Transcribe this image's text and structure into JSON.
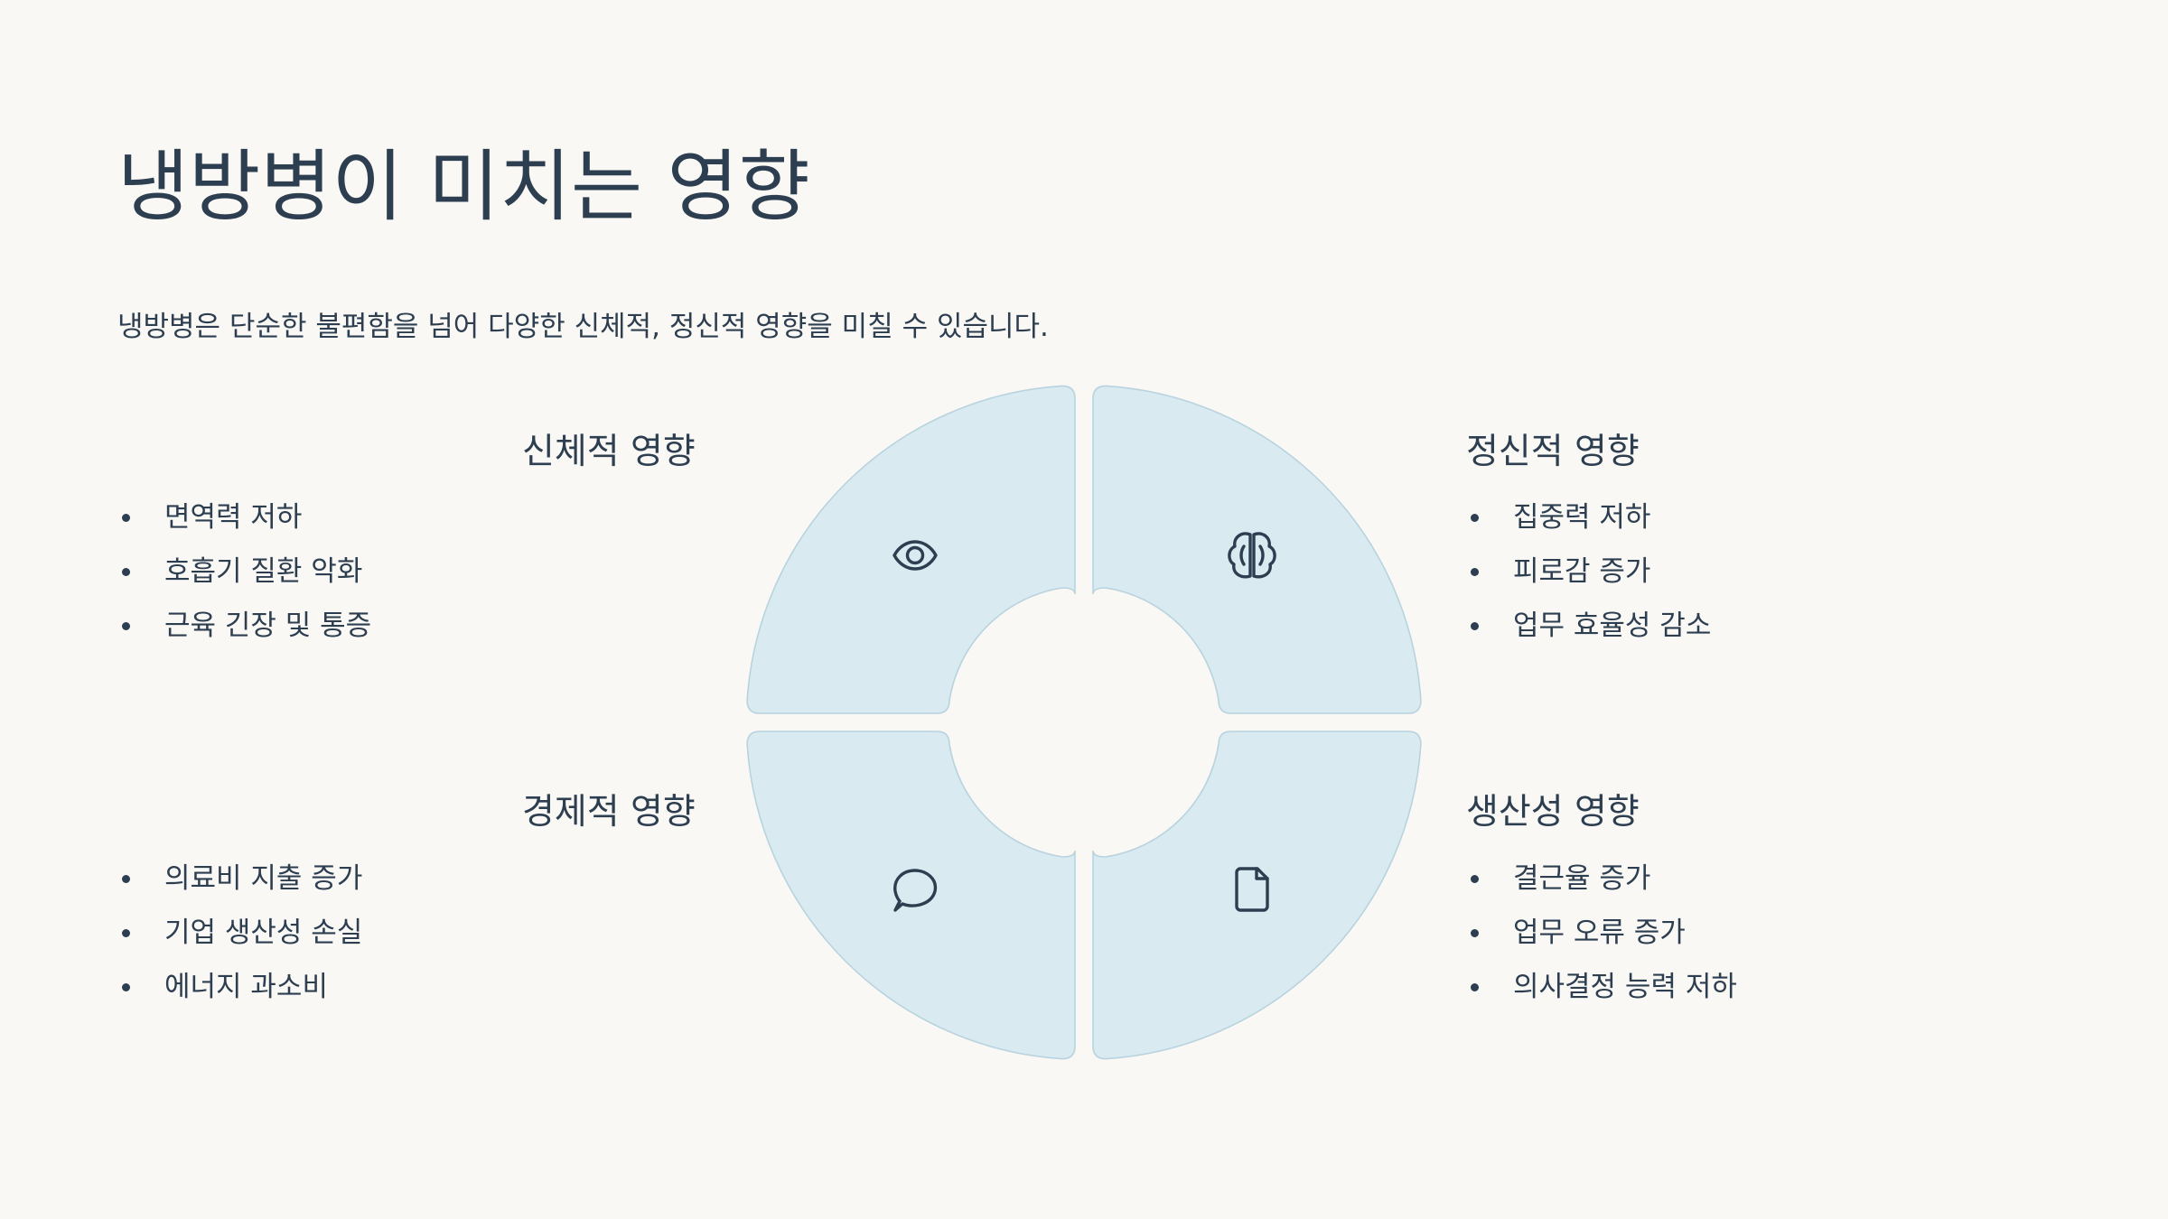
{
  "slide": {
    "title": "냉방병이 미치는 영향",
    "subtitle": "냉방병은 단순한 불편함을 넘어 다양한 신체적, 정신적 영향을 미칠 수 있습니다."
  },
  "colors": {
    "background": "#f9f8f5",
    "segment_fill": "#d9ebf1",
    "segment_stroke": "#b8d3de",
    "text": "#2d3e50",
    "icon_stroke": "#2d3e50"
  },
  "quadrants": [
    {
      "id": "physical",
      "heading": "신체적 영향",
      "icon": "eye-icon",
      "items": [
        "면역력 저하",
        "호흡기 질환 악화",
        "근육 긴장 및 통증"
      ]
    },
    {
      "id": "mental",
      "heading": "정신적 영향",
      "icon": "brain-icon",
      "items": [
        "집중력 저하",
        "피로감 증가",
        "업무 효율성 감소"
      ]
    },
    {
      "id": "economic",
      "heading": "경제적 영향",
      "icon": "chat-bubble-icon",
      "items": [
        "의료비 지출 증가",
        "기업 생산성 손실",
        "에너지 과소비"
      ]
    },
    {
      "id": "productivity",
      "heading": "생산성 영향",
      "icon": "document-icon",
      "items": [
        "결근율 증가",
        "업무 오류 증가",
        "의사결정 능력 저하"
      ]
    }
  ]
}
